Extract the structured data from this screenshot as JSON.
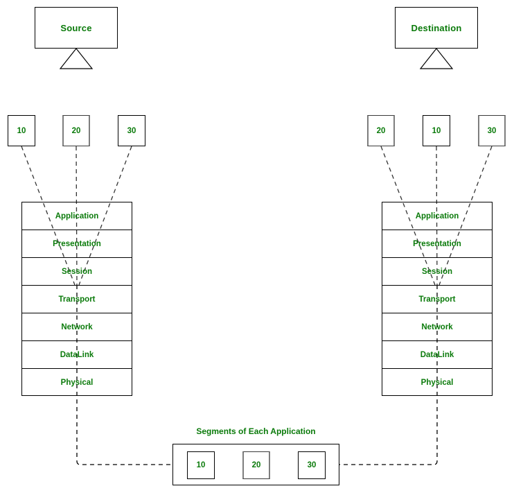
{
  "diagram": {
    "title": "OSI Model Data Encapsulation",
    "colors": {
      "text_green": "#0a7a0a",
      "line_black": "#000000",
      "border_gray": "#7d7d7d",
      "background": "#ffffff"
    }
  },
  "source": {
    "label": "Source",
    "segments": [
      {
        "value": "10",
        "highlighted": false
      },
      {
        "value": "20",
        "highlighted": true
      },
      {
        "value": "30",
        "highlighted": false
      }
    ],
    "stack": [
      {
        "label": "Application"
      },
      {
        "label": "Presentation"
      },
      {
        "label": "Session"
      },
      {
        "label": "Transport"
      },
      {
        "label": "Network"
      },
      {
        "label": "DataLink"
      },
      {
        "label": "Physical"
      }
    ]
  },
  "destination": {
    "label": "Destination",
    "segments": [
      {
        "value": "20",
        "highlighted": true
      },
      {
        "value": "10",
        "highlighted": false
      },
      {
        "value": "30",
        "highlighted": true
      }
    ],
    "stack": [
      {
        "label": "Application"
      },
      {
        "label": "Presentation"
      },
      {
        "label": "Session"
      },
      {
        "label": "Transport"
      },
      {
        "label": "Network"
      },
      {
        "label": "DataLink"
      },
      {
        "label": "Physical"
      }
    ]
  },
  "transmission": {
    "label": "Segments of Each Application",
    "segments": [
      {
        "value": "10",
        "highlighted": false
      },
      {
        "value": "20",
        "highlighted": true
      },
      {
        "value": "30",
        "highlighted": false
      }
    ]
  }
}
